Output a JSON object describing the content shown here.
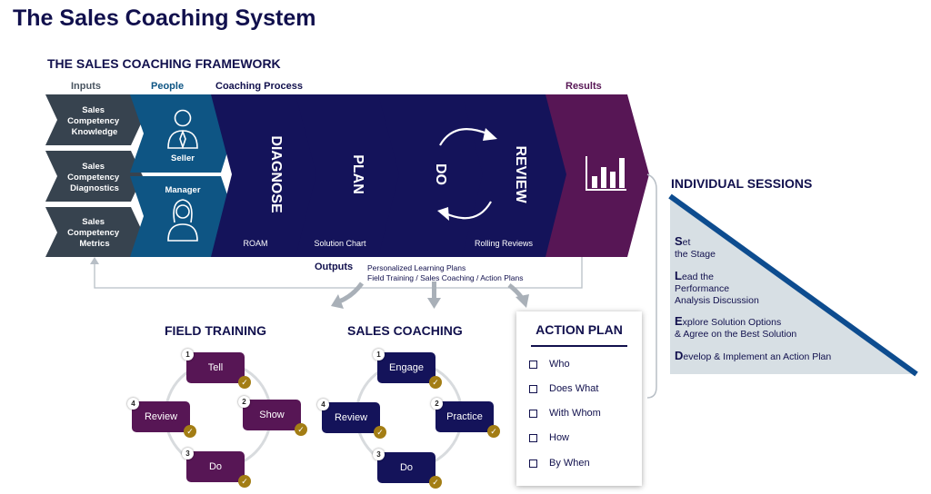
{
  "title": "The Sales Coaching System",
  "framework": {
    "title": "THE SALES COACHING FRAMEWORK",
    "headers": {
      "inputs": "Inputs",
      "people": "People",
      "coaching_process": "Coaching Process",
      "results": "Results"
    },
    "inputs": [
      [
        "Sales",
        "Competency",
        "Knowledge"
      ],
      [
        "Sales",
        "Competency",
        "Diagnostics"
      ],
      [
        "Sales",
        "Competency",
        "Metrics"
      ]
    ],
    "people": {
      "seller": "Seller",
      "manager": "Manager"
    },
    "process": [
      {
        "label": "DIAGNOSE",
        "sub": "ROAM"
      },
      {
        "label": "PLAN",
        "sub": "Solution Chart"
      },
      {
        "label": "DO",
        "sub": ""
      },
      {
        "label": "REVIEW",
        "sub": "Rolling Reviews"
      }
    ],
    "outputs_label": "Outputs",
    "outputs_lines": [
      "Personalized Learning Plans",
      "Field Training / Sales Coaching / Action Plans"
    ]
  },
  "field_training": {
    "title": "FIELD TRAINING",
    "steps": [
      {
        "num": "1",
        "label": "Tell"
      },
      {
        "num": "2",
        "label": "Show"
      },
      {
        "num": "3",
        "label": "Do"
      },
      {
        "num": "4",
        "label": "Review"
      }
    ]
  },
  "sales_coaching": {
    "title": "SALES COACHING",
    "steps": [
      {
        "num": "1",
        "label": "Engage"
      },
      {
        "num": "2",
        "label": "Practice"
      },
      {
        "num": "3",
        "label": "Do"
      },
      {
        "num": "4",
        "label": "Review"
      }
    ]
  },
  "action_plan": {
    "title": "ACTION PLAN",
    "items": [
      "Who",
      "Does What",
      "With Whom",
      "How",
      "By When"
    ]
  },
  "individual_sessions": {
    "title": "INDIVIDUAL SESSIONS",
    "items": [
      {
        "letter": "S",
        "lines": [
          "et",
          "the Stage"
        ]
      },
      {
        "letter": "L",
        "lines": [
          "ead the",
          "Performance",
          "Analysis Discussion"
        ]
      },
      {
        "letter": "E",
        "lines": [
          "xplore Solution Options",
          "& Agree on the Best Solution"
        ]
      },
      {
        "letter": "D",
        "lines": [
          "evelop & Implement an Action Plan"
        ]
      }
    ]
  },
  "check_mark": "✓",
  "colors": {
    "navy": "#14135a",
    "purple": "#571655",
    "teal": "#0e5584",
    "slate": "#37434f",
    "gold": "#a37d14",
    "light_blue": "#d7dfe4",
    "blue_line": "#0d4c8f"
  }
}
